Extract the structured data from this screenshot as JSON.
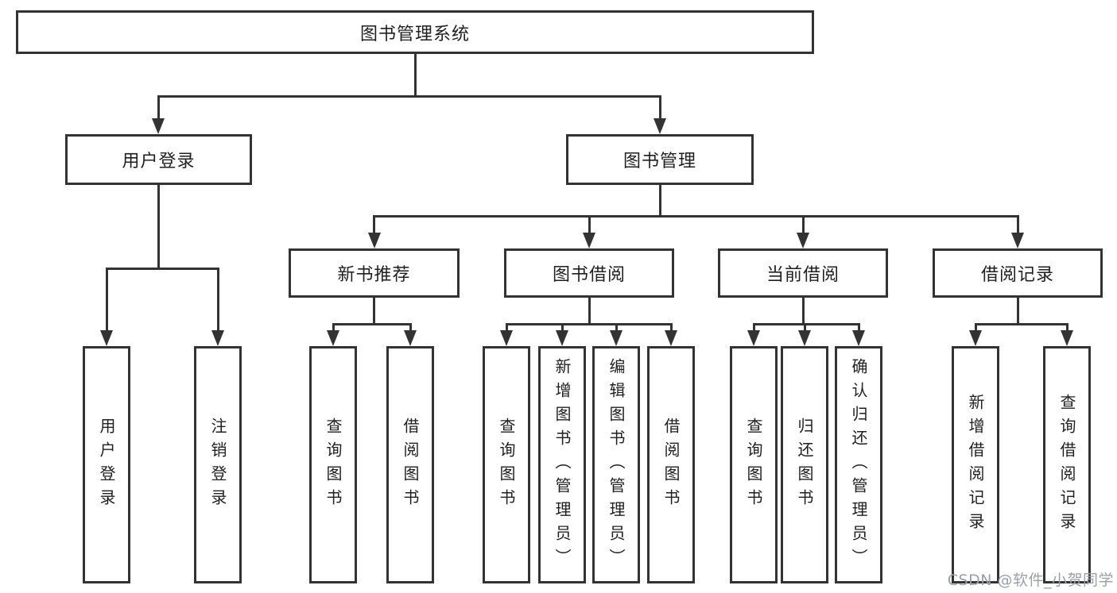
{
  "tree": {
    "root": "图书管理系统",
    "branches": [
      {
        "label": "用户登录",
        "children": [
          "用户登录",
          "注销登录"
        ]
      },
      {
        "label": "图书管理",
        "groups": [
          {
            "label": "新书推荐",
            "children": [
              "查询图书",
              "借阅图书"
            ]
          },
          {
            "label": "图书借阅",
            "children": [
              "查询图书",
              "新增图书（管理员）",
              "编辑图书（管理员）",
              "借阅图书"
            ]
          },
          {
            "label": "当前借阅",
            "children": [
              "查询图书",
              "归还图书",
              "确认归还（管理员）"
            ]
          },
          {
            "label": "借阅记录",
            "children": [
              "新增借阅记录",
              "查询借阅记录"
            ]
          }
        ]
      }
    ]
  },
  "watermark": {
    "text": "CSDN @软件_小贺同学",
    "color": "#9aa0a8"
  },
  "colors": {
    "line": "#333333",
    "text": "#1f1f1f",
    "background": "#ffffff"
  }
}
